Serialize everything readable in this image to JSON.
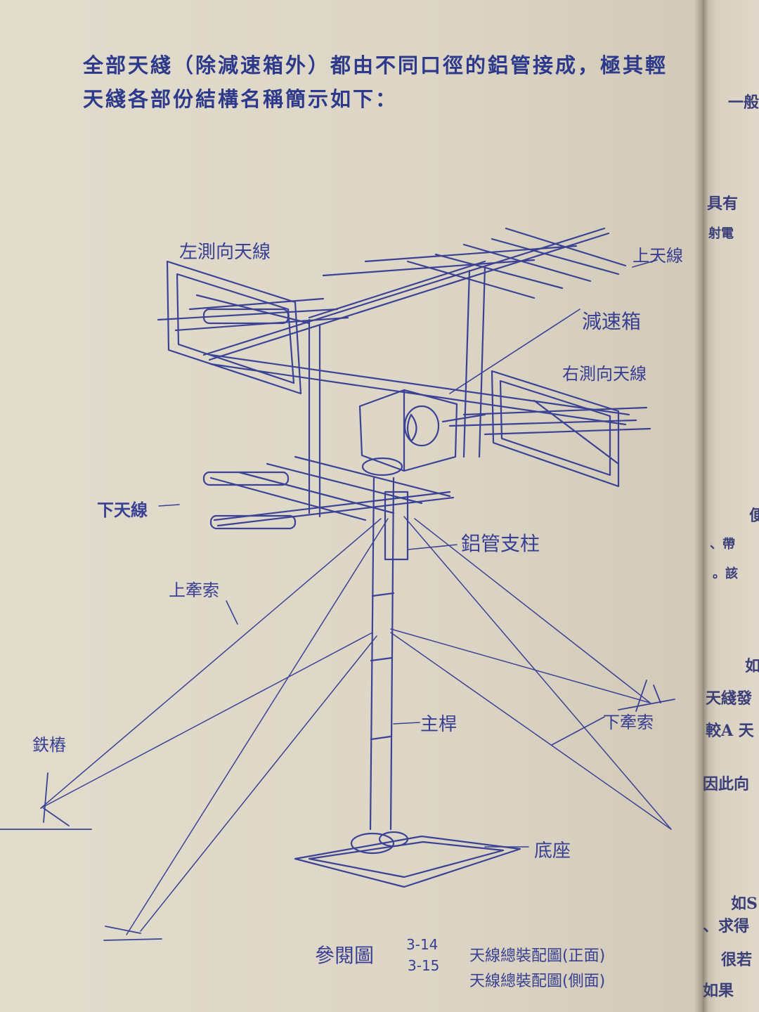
{
  "heading": {
    "line1": "全部天綫（除減速箱外）都由不同口徑的鋁管接成，極其輕",
    "line2": "天綫各部份結構名稱簡示如下："
  },
  "diagram_labels": {
    "left_lateral_antenna": "左測向天線",
    "upper_antenna": "上天線",
    "gearbox": "減速箱",
    "right_lateral_antenna": "右測向天線",
    "lower_antenna": "下天線",
    "aluminum_pipe_pillar": "鋁管支柱",
    "upper_guy_wire": "上牽索",
    "iron_stake": "鉄樁",
    "main_mast": "主桿",
    "lower_guy_wire": "下牽索",
    "base": "底座"
  },
  "caption": {
    "prefix": "參閱圖",
    "ref1": "3-14",
    "ref2": "3-15",
    "title1": "天線總裝配圖(正面)",
    "title2": "天線總裝配圖(側面)"
  },
  "right_page_fragments": [
    "一般",
    "具有",
    "射電",
    "便",
    "、帶",
    "。該",
    "如",
    "天綫發",
    "較A 天",
    "因此向",
    "如S",
    "、求得",
    "很若",
    "如果"
  ],
  "colors": {
    "ink": "#2a3390",
    "paper": "#e0d9ca"
  }
}
